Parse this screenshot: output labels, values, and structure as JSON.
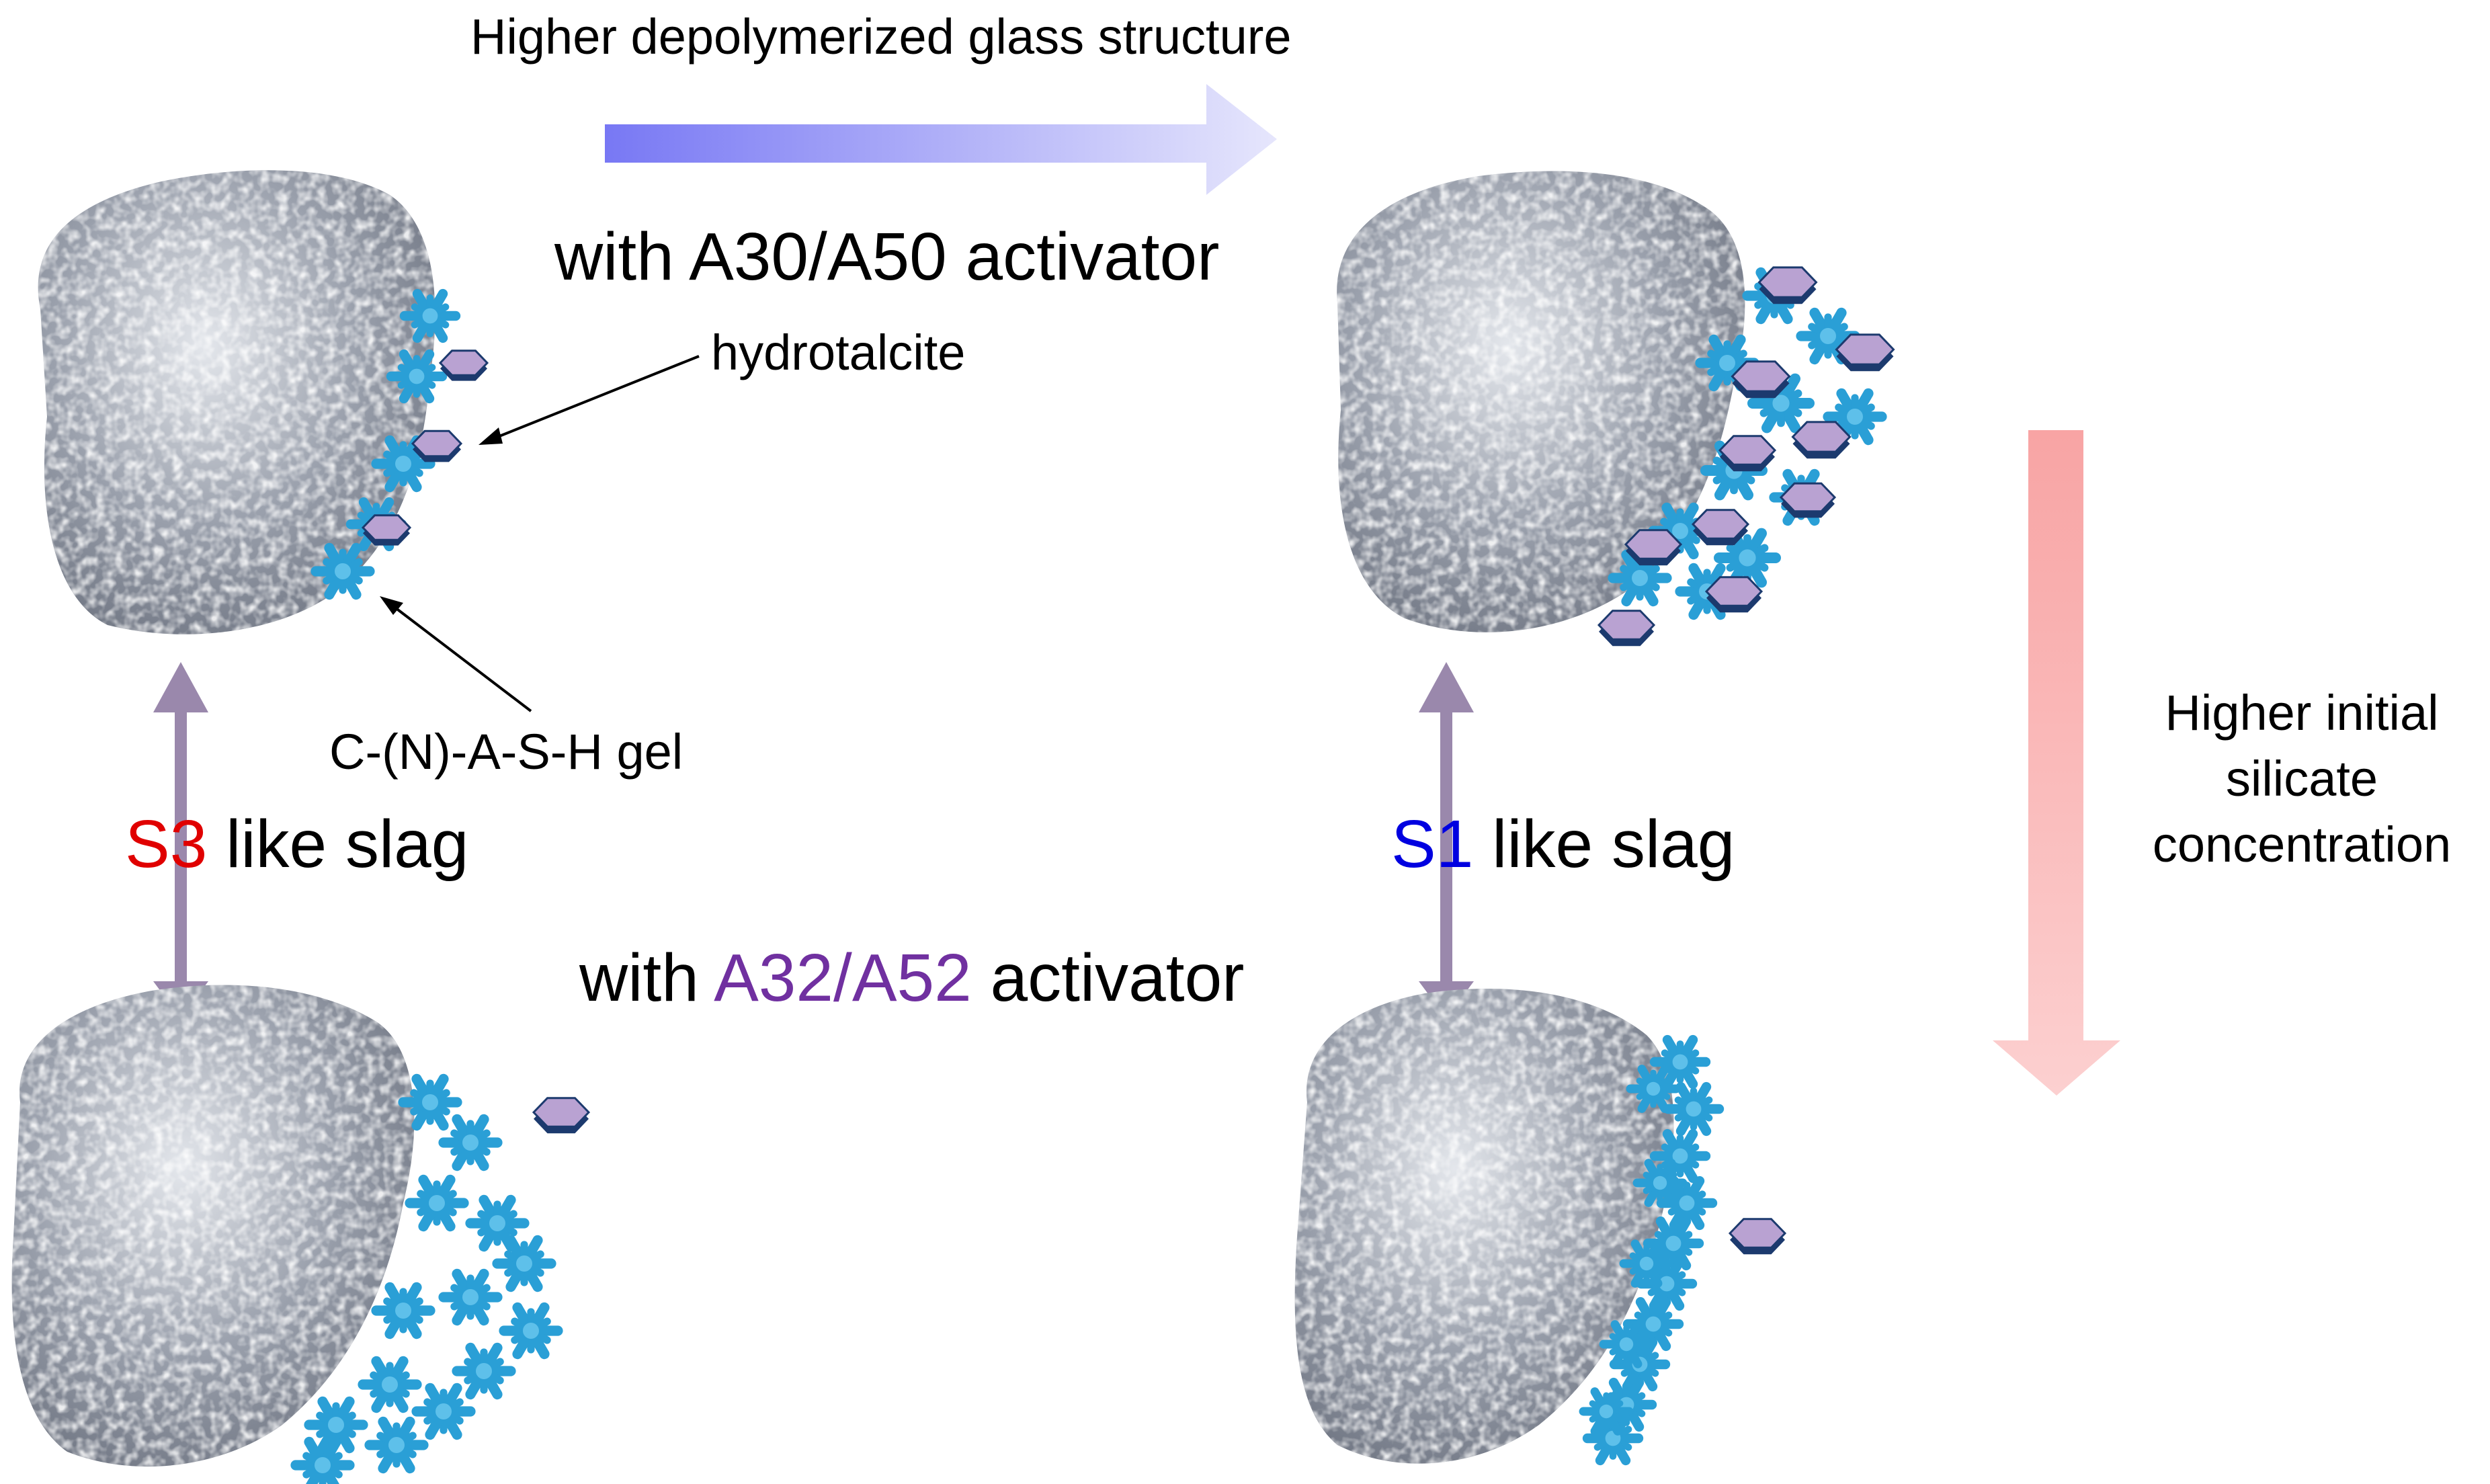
{
  "labels": {
    "top_arrow": "Higher depolymerized glass structure",
    "upper_activator": "with A30/A50 activator",
    "lower_activator_prefix": "with ",
    "lower_activator_highlight": "A32/A52",
    "lower_activator_suffix": " activator",
    "hydrotalcite": "hydrotalcite",
    "gel": "C-(N)-A-S-H gel",
    "left_slag_highlight": "S3",
    "left_slag_suffix": " like slag",
    "right_slag_highlight": "S1",
    "right_slag_suffix": " like slag",
    "right_arrow_line1": "Higher initial",
    "right_arrow_line2": "silicate",
    "right_arrow_line3": "concentration"
  },
  "colors": {
    "s3_highlight": "#e00000",
    "s1_highlight": "#0000e0",
    "activator_highlight": "#7030a0",
    "top_arrow_start": "#7878f4",
    "top_arrow_end": "#e6e6fc",
    "down_arrow_start": "#f8a4a4",
    "down_arrow_end": "#fcd0d0",
    "double_arrow": "#9a88ac",
    "gel_crystal": "#2a9fd6",
    "hydrotalcite_face": "#b9a2d2",
    "hydrotalcite_edge": "#1c3a6e",
    "particle_base": "#9aa0ac"
  },
  "icons": {
    "particle": "slag-particle-icon",
    "gel": "gel-crystal-icon",
    "hydrotalcite": "hydrotalcite-plate-icon"
  }
}
